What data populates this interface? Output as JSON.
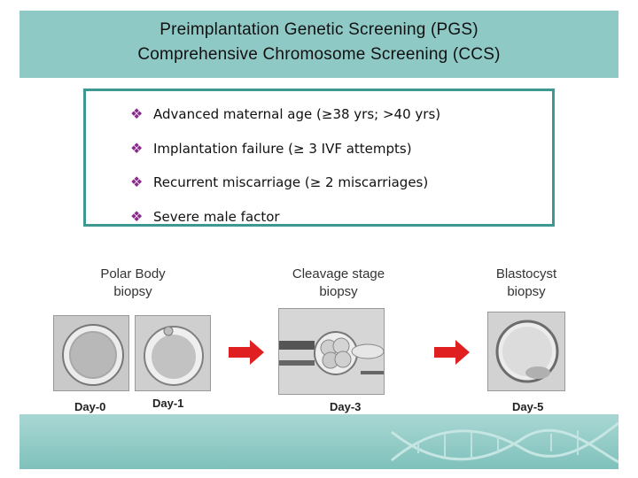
{
  "header": {
    "title_line1": "Preimplantation Genetic Screening (PGS)",
    "title_line2": "Comprehensive Chromosome Screening (CCS)"
  },
  "criteria": {
    "items": [
      {
        "icon": "diamond-bullet-icon",
        "text": "Advanced maternal age (≥38 yrs; >40 yrs)"
      },
      {
        "icon": "diamond-bullet-icon",
        "text": "Implantation failure (≥ 3 IVF attempts)"
      },
      {
        "icon": "diamond-bullet-icon",
        "text": "Recurrent miscarriage (≥ 2 miscarriages)"
      },
      {
        "icon": "diamond-bullet-icon",
        "text": "Severe male factor"
      }
    ]
  },
  "stages": {
    "polar_body": {
      "line1": "Polar Body",
      "line2": "biopsy"
    },
    "cleavage": {
      "line1": "Cleavage stage",
      "line2": "biopsy"
    },
    "blastocyst": {
      "line1": "Blastocyst",
      "line2": "biopsy"
    }
  },
  "days": {
    "day0": "Day-0",
    "day1": "Day-1",
    "day3": "Day-3",
    "day5": "Day-5"
  },
  "colors": {
    "header_bg": "#8fc9c5",
    "border_teal": "#3c9891",
    "bullet_purple": "#8a2a8c",
    "arrow_red": "#e02020"
  }
}
